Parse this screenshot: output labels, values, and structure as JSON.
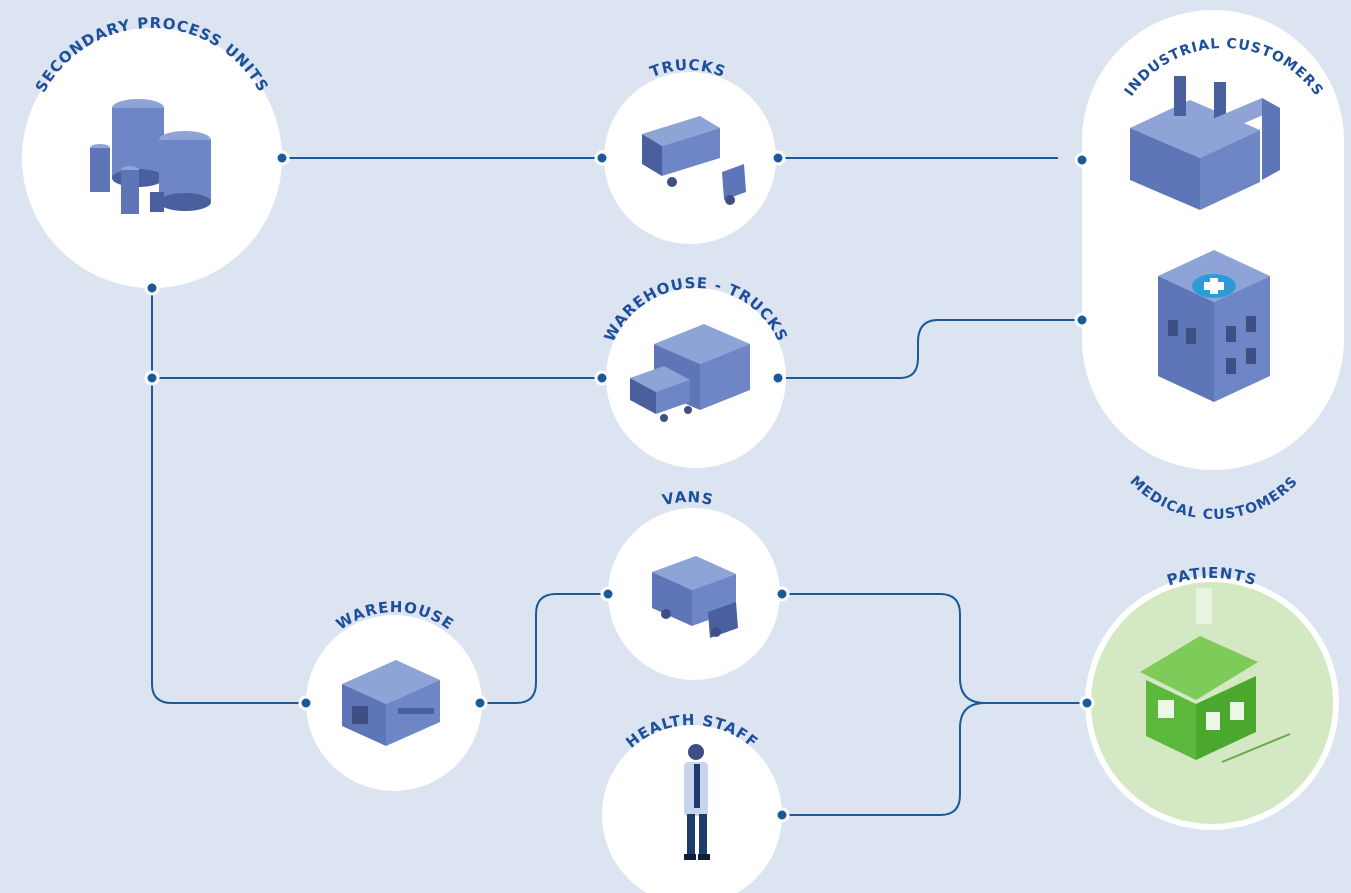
{
  "nodes": {
    "secondary": {
      "label": "SECONDARY PROCESS UNITS",
      "icon": "storage-tanks-icon"
    },
    "trucks": {
      "label": "TRUCKS",
      "icon": "truck-icon"
    },
    "industrial": {
      "label": "INDUSTRIAL CUSTOMERS",
      "icon": "factory-icon"
    },
    "medical": {
      "label": "MEDICAL CUSTOMERS",
      "icon": "hospital-icon"
    },
    "warehouse_trucks": {
      "label": "WAREHOUSE - TRUCKS",
      "icon": "warehouse-truck-icon"
    },
    "vans": {
      "label": "VANS",
      "icon": "van-icon"
    },
    "warehouse": {
      "label": "WAREHOUSE",
      "icon": "warehouse-icon"
    },
    "health_staff": {
      "label": "HEALTH STAFF",
      "icon": "health-worker-icon"
    },
    "patients": {
      "label": "PATIENTS",
      "icon": "house-icon"
    }
  },
  "colors": {
    "background": "#dbe4f0",
    "line": "#1a5a9a",
    "label": "#1d4f9a",
    "node_fill": "#ffffff",
    "icon": "#6f86c6",
    "icon_dark": "#4a5f9e",
    "patient_fill": "#d4e8c4",
    "patient_icon": "#5cb83a"
  }
}
